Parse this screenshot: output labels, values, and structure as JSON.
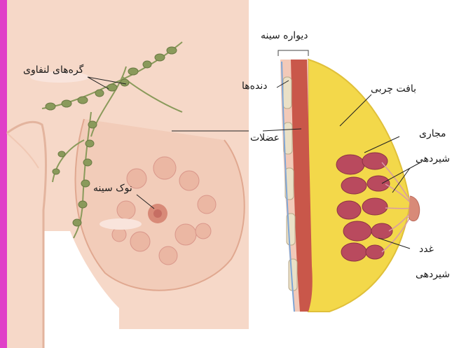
{
  "diagram": {
    "accent_bar_color": "#e040c8",
    "skin_color": "#f6d8c8",
    "fat_color": "#f3d84a",
    "muscle_color": "#c9574a",
    "gland_color": "#b94a5e",
    "lymph_color": "#8a9a5b",
    "labels": {
      "lymph_nodes": "گره‌های لنفاوی",
      "nipple": "نوک سینه",
      "chest_wall": "دیواره سینه",
      "ribs": "دنده‌ها",
      "muscles": "عضلات",
      "fat_tissue": "بافت چربی",
      "milk_ducts_line1": "مجاری",
      "milk_ducts_line2": "شیردهی",
      "milk_glands_line1": "غدد",
      "milk_glands_line2": "شیردهی"
    }
  }
}
